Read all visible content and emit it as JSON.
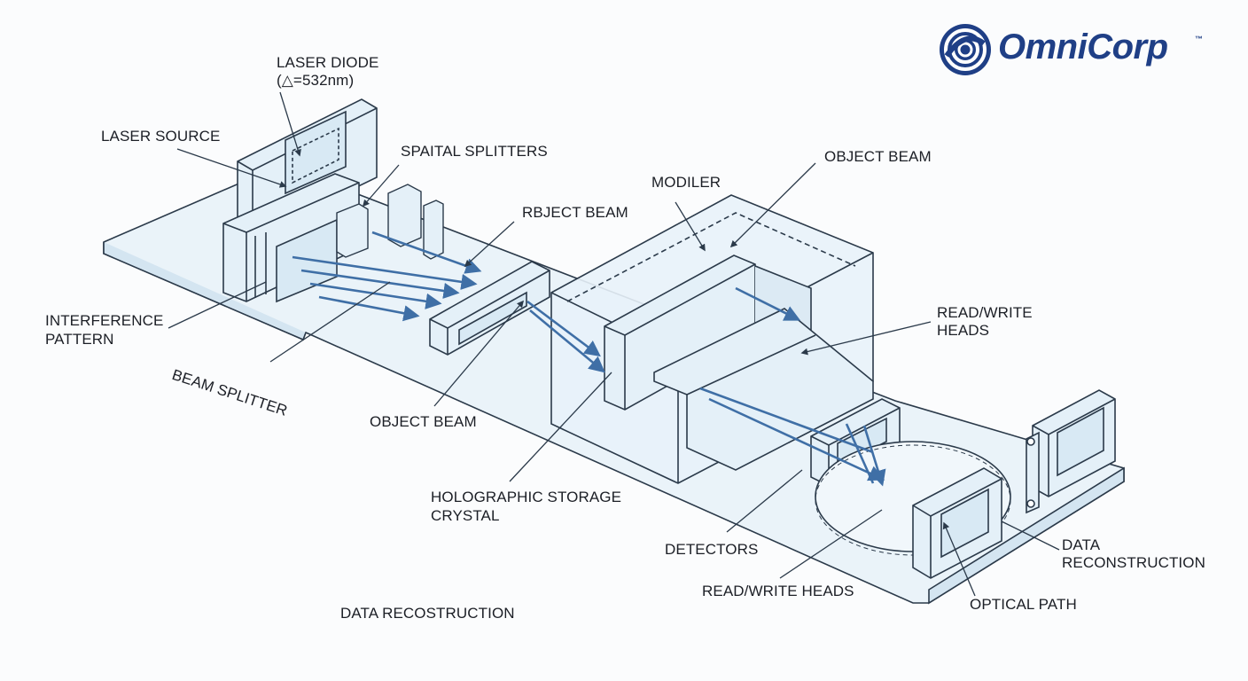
{
  "brand": {
    "name": "OmniCorp",
    "trademark": "™",
    "color": "#1f3f86"
  },
  "colors": {
    "line": "#2b3a4a",
    "beam": "#3f6fa6",
    "glass": "#e4f0f8"
  },
  "labels": {
    "laser_diode": "LASER DIODE",
    "laser_diode_wavelength": "(△=532nm)",
    "laser_source": "LASER SOURCE",
    "spatial_splitter": "SPAITAL SPLITTERS",
    "rbject_beam": "RBJECT BEAM",
    "modiler": "MODILER",
    "object_beam_top": "OBJECT BEAM",
    "read_write_heads_right_1": "READ/WRITE",
    "read_write_heads_right_2": "HEADS",
    "interference_pattern_1": "INTERFERENCE",
    "interference_pattern_2": "PATTERN",
    "beam_splitter": "BEAM SPLITTER",
    "object_beam_bottom": "OBJECT BEAM",
    "holographic_storage_1": "HOLOGRAPHIC STORAGE",
    "holographic_storage_2": "CRYSTAL",
    "detectors": "DETECTORS",
    "read_write_heads_bottom": "READ/WRITE HEADS",
    "data_reconstruction_1": "DATA",
    "data_reconstruction_2": "RECONSTRUCTION",
    "optical_path": "OPTICAL PATH",
    "data_recostruction": "DATA RECOSTRUCTION"
  }
}
